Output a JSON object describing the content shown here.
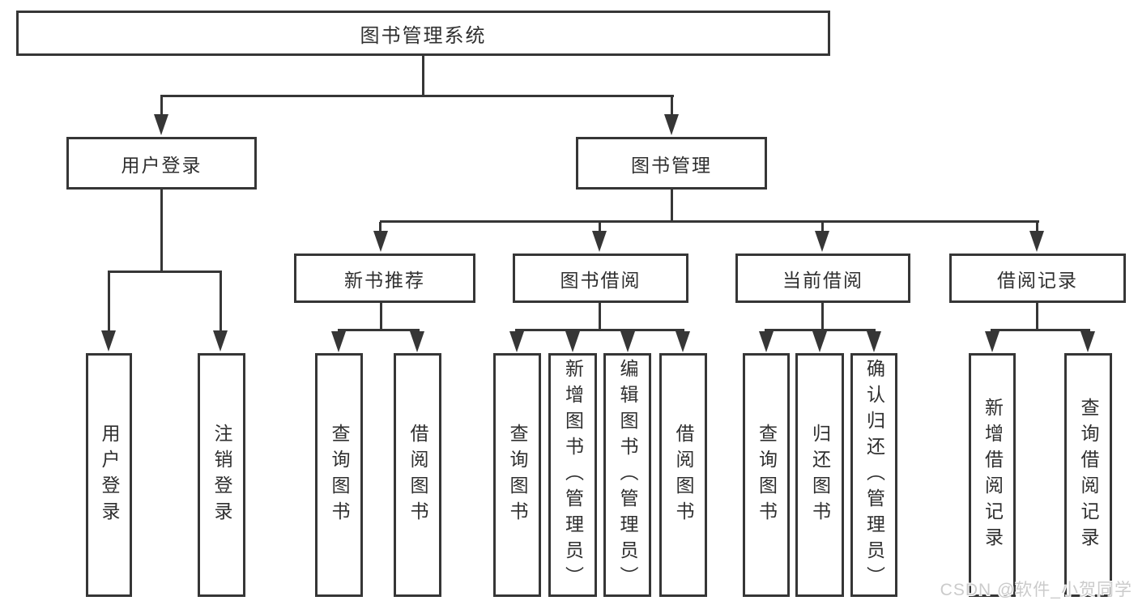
{
  "title": {
    "label": "图书管理系统"
  },
  "level2": {
    "user_login": {
      "label": "用户登录"
    },
    "book_mgmt": {
      "label": "图书管理"
    }
  },
  "level3": {
    "new_book": {
      "label": "新书推荐"
    },
    "book_borrow": {
      "label": "图书借阅"
    },
    "current_borrow": {
      "label": "当前借阅"
    },
    "borrow_record": {
      "label": "借阅记录"
    }
  },
  "leaves": {
    "user_login_leaf": {
      "label": "用户登录"
    },
    "logout": {
      "label": "注销登录"
    },
    "nb_query": {
      "label": "查询图书"
    },
    "nb_borrow": {
      "label": "借阅图书"
    },
    "bb_query": {
      "label": "查询图书"
    },
    "bb_add": {
      "label": "新增图书（管理员）"
    },
    "bb_edit": {
      "label": "编辑图书（管理员）"
    },
    "bb_borrow": {
      "label": "借阅图书"
    },
    "cb_query": {
      "label": "查询图书"
    },
    "cb_return": {
      "label": "归还图书"
    },
    "cb_confirm": {
      "label": "确认归还（管理员）"
    },
    "br_add": {
      "label": "新增借阅记录"
    },
    "br_query": {
      "label": "查询借阅记录"
    }
  },
  "watermark": {
    "text": "CSDN @软件_小贺同学"
  },
  "colors": {
    "line": "#363636",
    "border": "#363636",
    "text": "#2f2f2f",
    "watermark": "#cbcbcb"
  }
}
